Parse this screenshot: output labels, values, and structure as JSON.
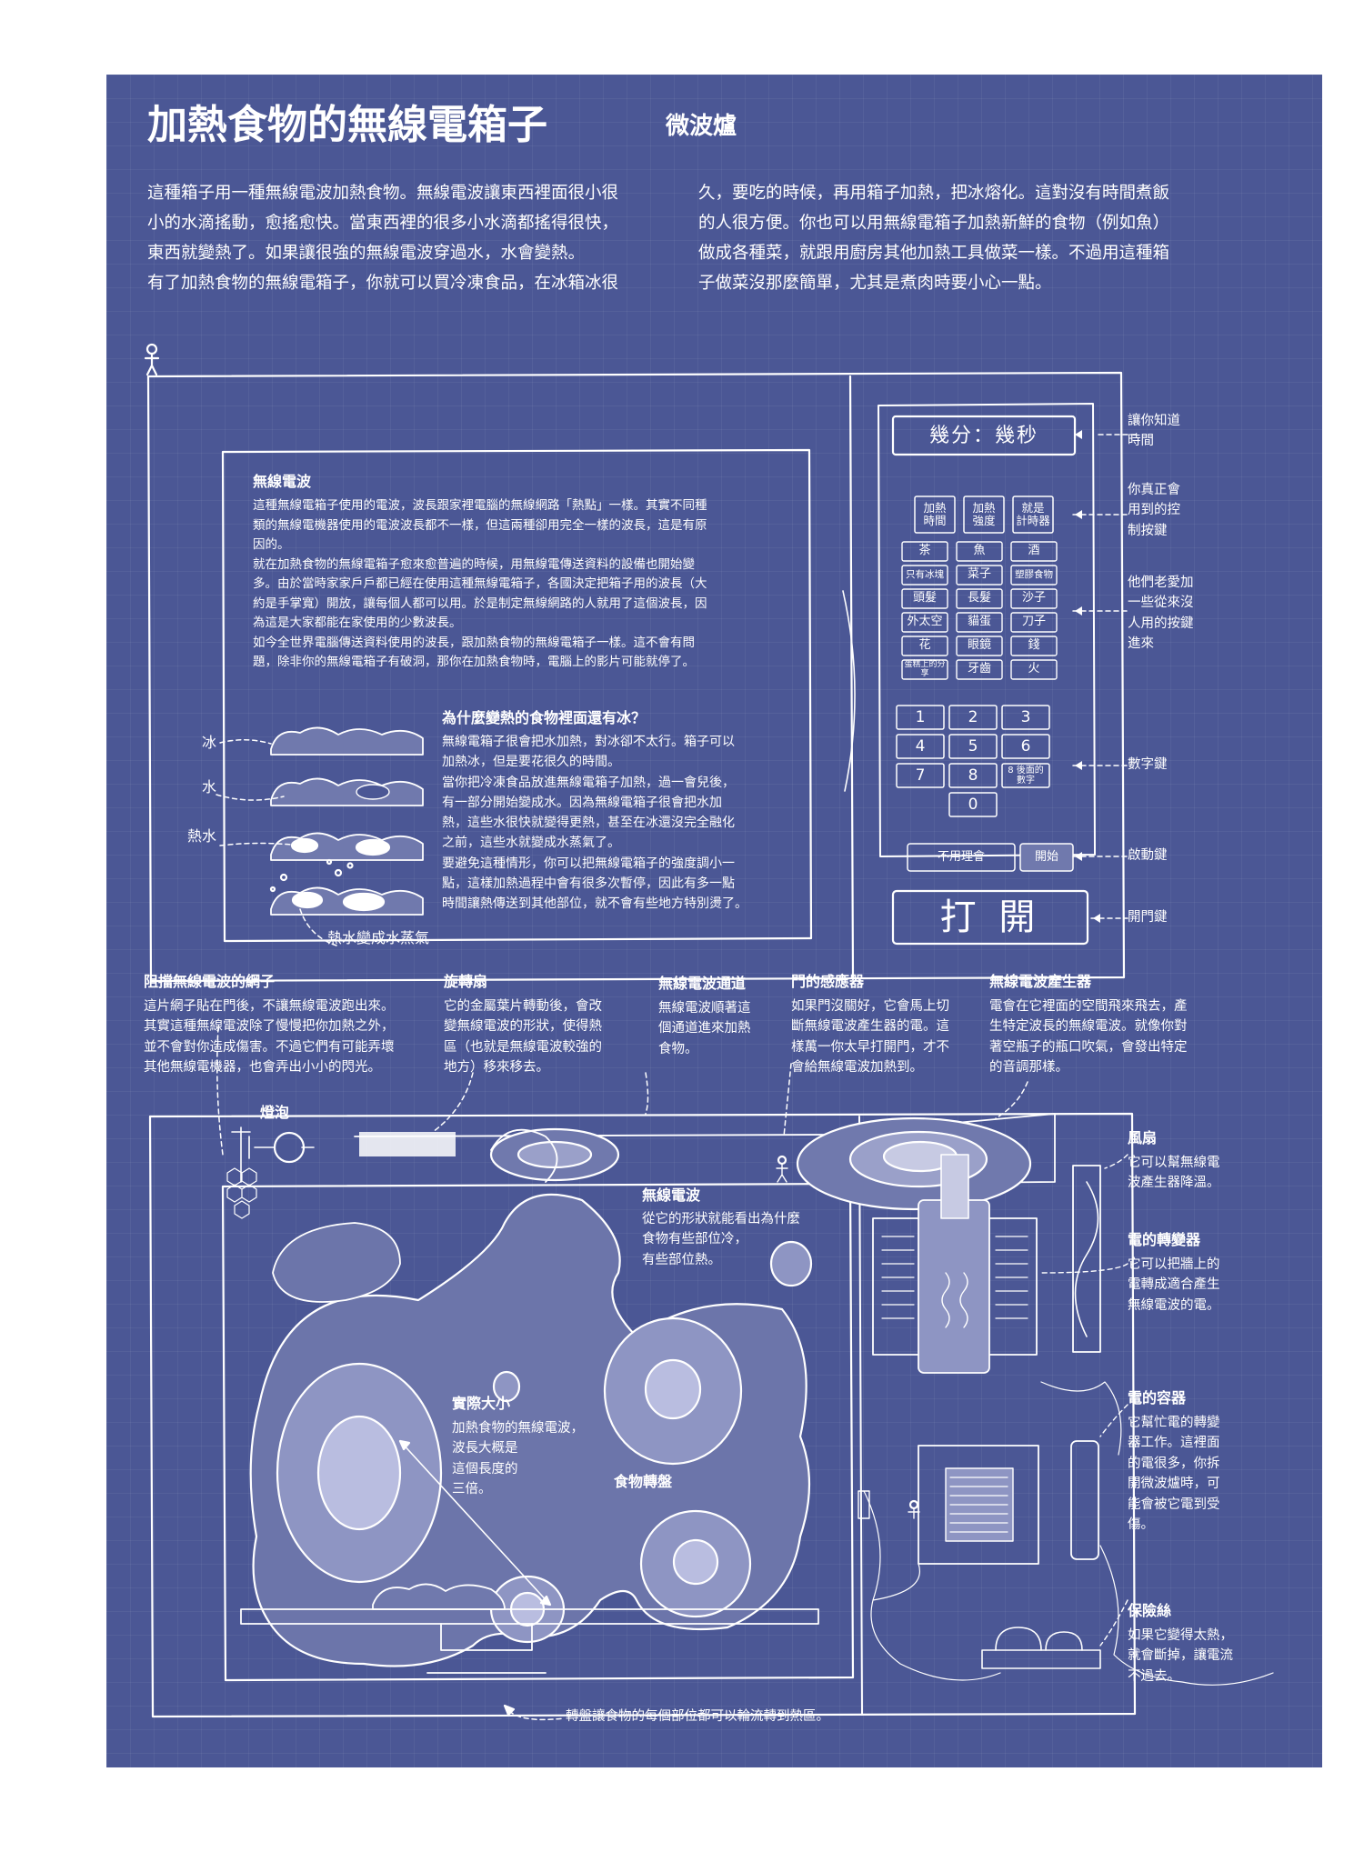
{
  "title": "加熱食物的無線電箱子",
  "subtitle": "微波爐",
  "intro_left": [
    "這種箱子用一種無線電波加熱食物。無線電波讓東西裡面很小很",
    "小的水滴搖動，愈搖愈快。當東西裡的很多小水滴都搖得很快，",
    "東西就變熱了。如果讓很強的無線電波穿過水，水會變熱。",
    "有了加熱食物的無線電箱子，你就可以買冷凍食品，在冰箱冰很"
  ],
  "intro_right": [
    "久，要吃的時候，再用箱子加熱，把冰熔化。這對沒有時間煮飯",
    "的人很方便。你也可以用無線電箱子加熱新鮮的食物（例如魚）",
    "做成各種菜，就跟用廚房其他加熱工具做菜一樣。不過用這種箱",
    "子做菜沒那麼簡單，尤其是煮肉時要小心一點。"
  ],
  "radio": {
    "heading": "無線電波",
    "lines": [
      "這種無線電箱子使用的電波，波長跟家裡電腦的無線網路「熱點」一樣。其實不同種",
      "類的無線電機器使用的電波波長都不一樣，但這兩種卻用完全一樣的波長，這是有原",
      "因的。",
      "就在加熱食物的無線電箱子愈來愈普遍的時候，用無線電傳送資料的設備也開始變",
      "多。由於當時家家戶戶都已經在使用這種無線電箱子，各國決定把箱子用的波長（大",
      "約是手掌寬）開放，讓每個人都可以用。於是制定無線網路的人就用了這個波長，因",
      "為這是大家都能在家使用的少數波長。",
      "如今全世界電腦傳送資料使用的波長，跟加熱食物的無線電箱子一樣。這不會有問",
      "題，除非你的無線電箱子有破洞，那你在加熱食物時，電腦上的影片可能就停了。"
    ]
  },
  "ice": {
    "heading": "為什麼變熱的食物裡面還有冰？",
    "lines": [
      "無線電箱子很會把水加熱，對冰卻不太行。箱子可以",
      "加熱冰，但是要花很久的時間。",
      "當你把冷凍食品放進無線電箱子加熱，過一會兒後，",
      "有一部分開始變成水。因為無線電箱子很會把水加",
      "熱，這些水很快就變得更熱，甚至在冰還沒完全融化",
      "之前，這些水就變成水蒸氣了。",
      "要避免這種情形，你可以把無線電箱子的強度調小一",
      "點，這樣加熱過程中會有很多次暫停，因此有多一點",
      "時間讓熱傳送到其他部位，就不會有些地方特別燙了。"
    ]
  },
  "food_labels": {
    "ice": "冰",
    "water": "水",
    "hot_water": "熱水",
    "steam": "熱水變成水蒸氣"
  },
  "panel": {
    "display": "幾分：幾秒",
    "func_buttons": [
      "加熱\n時間",
      "加熱\n強度",
      "就是\n計時器"
    ],
    "word_buttons": [
      "茶",
      "魚",
      "酒",
      "只有冰塊",
      "菜子",
      "塑膠食物",
      "頭髮",
      "長髮",
      "沙子",
      "外太空",
      "貓蛋",
      "刀子",
      "花",
      "眼鏡",
      "錢",
      "蛋糕上的分享",
      "牙齒",
      "火"
    ],
    "number_buttons": [
      "1",
      "2",
      "3",
      "4",
      "5",
      "6",
      "7",
      "8",
      "8 後面的\n數字",
      "0"
    ],
    "ignore_button": "不用理會",
    "start_button": "開始",
    "open_button": "打 開"
  },
  "panel_notes": {
    "time": "讓你知道\n時間",
    "controls": "你真正會\n用到的控\n制按鍵",
    "extra": "他們老愛加\n一些從來沒\n人用的按鍵\n進來",
    "numbers": "數字鍵",
    "start": "啟動鍵",
    "door": "開門鍵"
  },
  "parts": [
    {
      "title": "阻擋無線電波的網子",
      "lines": [
        "這片網子貼在門後，不讓無線電波跑出來。",
        "其實這種無線電波除了慢慢把你加熱之外，",
        "並不會對你造成傷害。不過它們有可能弄壞",
        "其他無線電機器，也會弄出小小的閃光。"
      ]
    },
    {
      "title": "旋轉扇",
      "lines": [
        "它的金屬葉片轉動後，會改",
        "變無線電波的形狀，使得熱",
        "區（也就是無線電波較強的",
        "地方）移來移去。"
      ]
    },
    {
      "title": "無線電波通道",
      "lines": [
        "無線電波順著這",
        "個通道進來加熱",
        "食物。"
      ]
    },
    {
      "title": "門的感應器",
      "lines": [
        "如果門沒關好，它會馬上切",
        "斷無線電波產生器的電。這",
        "樣萬一你太早打開門，才不",
        "會給無線電波加熱到。"
      ]
    },
    {
      "title": "無線電波產生器",
      "lines": [
        "電會在它裡面的空間飛來飛去，產",
        "生特定波長的無線電波。就像你對",
        "著空瓶子的瓶口吹氣，會發出特定",
        "的音調那樣。"
      ]
    }
  ],
  "bulb": "燈泡",
  "waves": {
    "title": "無線電波",
    "lines": [
      "從它的形狀就能看出為什麼",
      "食物有些部位冷，",
      "有些部位熱。"
    ]
  },
  "actual": {
    "title": "實際大小",
    "lines": [
      "加熱食物的無線電波，",
      "波長大概是",
      "這個長度的",
      "三倍。"
    ]
  },
  "turntable": "食物轉盤",
  "turntable_note": "轉盤讓食物的每個部位都可以輪流轉到熱區。",
  "side": [
    {
      "title": "風扇",
      "lines": [
        "它可以幫無線電",
        "波產生器降溫。"
      ]
    },
    {
      "title": "電的轉變器",
      "lines": [
        "它可以把牆上的",
        "電轉成適合產生",
        "無線電波的電。"
      ]
    },
    {
      "title": "電的容器",
      "lines": [
        "它幫忙電的轉變",
        "器工作。這裡面",
        "的電很多，你拆",
        "開微波爐時，可",
        "能會被它電到受",
        "傷。"
      ]
    },
    {
      "title": "保險絲",
      "lines": [
        "如果它變得太熱，",
        "就會斷掉，讓電流",
        "不過去。"
      ]
    }
  ],
  "colors": {
    "background": "#4b5795",
    "ink": "#ffffff",
    "blob": "#7079ad",
    "blob_inner": "#9aa0c9",
    "blob_core": "#c7cae3"
  }
}
